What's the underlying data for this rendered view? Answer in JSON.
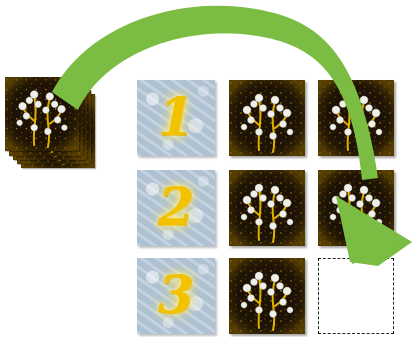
{
  "rows": [
    {
      "number": "1"
    },
    {
      "number": "2"
    },
    {
      "number": "3"
    }
  ],
  "colors": {
    "card_background": "#1e1206",
    "card_speckle": "#c9a000",
    "flower": "#f0f0ea",
    "stem": "#e0b000",
    "number_gold": "#f2c200",
    "tile_blue": "#b8c9d8",
    "arrow_green": "#7bbd42"
  },
  "icons": {
    "arrow": "curved-arrow-icon",
    "card_art": "flower-sprig-icon"
  }
}
